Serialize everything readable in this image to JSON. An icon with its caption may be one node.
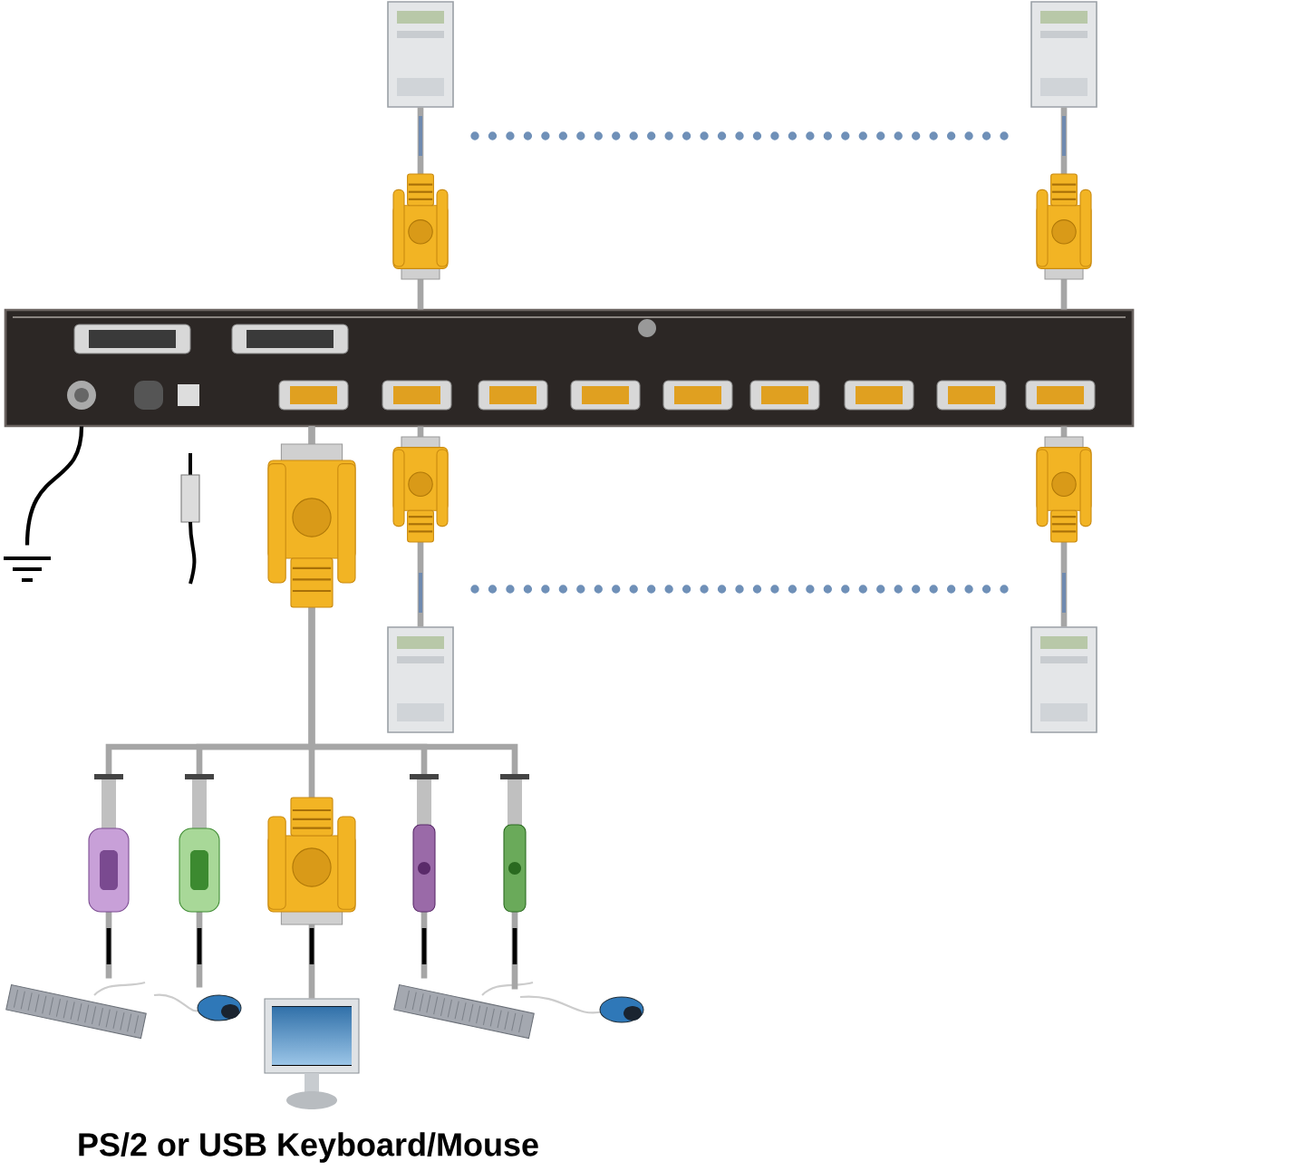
{
  "diagram": {
    "nodes": [
      {
        "text": [],
        "shape": "box"
      },
      {
        "text": [],
        "shape": "computer"
      },
      {
        "text": [],
        "shape": "computer"
      },
      {
        "text": [],
        "shape": "computer"
      },
      {
        "text": [],
        "shape": "computer"
      },
      {
        "text": [],
        "shape": "ground"
      },
      {
        "text": [],
        "shape": "keyboard"
      },
      {
        "text": [],
        "shape": "mouse"
      },
      {
        "text": [],
        "shape": "monitor"
      },
      {
        "text": [],
        "shape": "keyboard"
      },
      {
        "text": [],
        "shape": "mouse"
      }
    ],
    "edges": [
      {
        "from": 1,
        "to": 0,
        "arrow": "none"
      },
      {
        "from": 2,
        "to": 0,
        "arrow": "none"
      },
      {
        "from": 0,
        "to": 3,
        "arrow": "none"
      },
      {
        "from": 0,
        "to": 4,
        "arrow": "none"
      },
      {
        "from": 0,
        "to": 5,
        "arrow": "none",
        "color": "#000000"
      },
      {
        "from": 0,
        "to": 6,
        "arrow": "none"
      },
      {
        "from": 0,
        "to": 7,
        "arrow": "none"
      },
      {
        "from": 0,
        "to": 8,
        "arrow": "none"
      },
      {
        "from": 0,
        "to": 9,
        "arrow": "none"
      },
      {
        "from": 0,
        "to": 10,
        "arrow": "none"
      }
    ],
    "labels": [
      "PS/2 or USB Keyboard/Mouse"
    ]
  }
}
